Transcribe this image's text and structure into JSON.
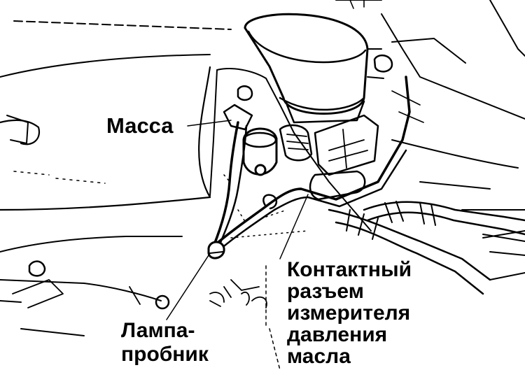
{
  "labels": {
    "ground": "Масса",
    "test_lamp": [
      "Лампа-",
      "пробник"
    ],
    "connector": [
      "Контактный",
      "разъем",
      "измерителя",
      "давления",
      "масла"
    ]
  },
  "colors": {
    "ink": "#000000",
    "paper": "#ffffff"
  }
}
